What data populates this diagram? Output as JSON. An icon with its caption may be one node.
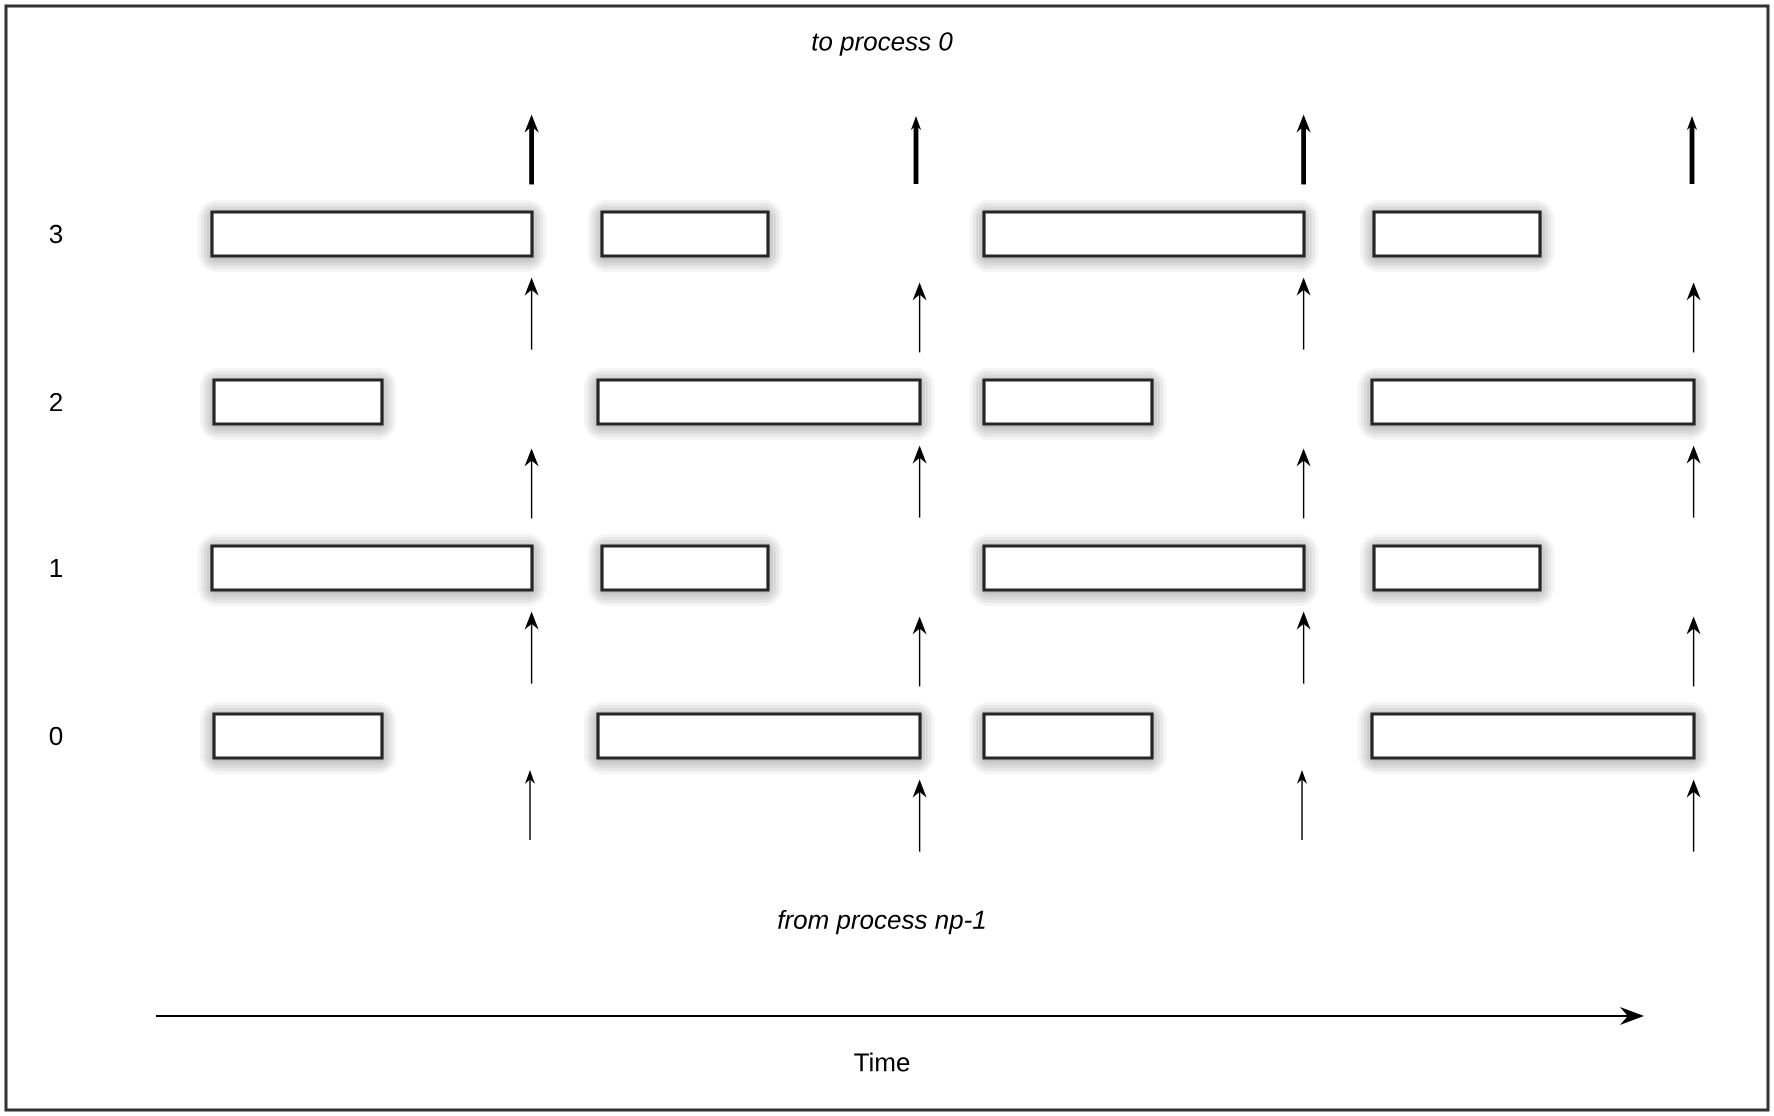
{
  "diagram": {
    "nodes": [
      {
        "text": [],
        "shape": "box"
      },
      {
        "text": [],
        "shape": "box"
      },
      {
        "text": [],
        "shape": "box"
      },
      {
        "text": [],
        "shape": "box"
      },
      {
        "text": [],
        "shape": "box"
      },
      {
        "text": [],
        "shape": "box"
      },
      {
        "text": [],
        "shape": "box"
      },
      {
        "text": [],
        "shape": "box"
      },
      {
        "text": [],
        "shape": "box"
      },
      {
        "text": [],
        "shape": "box"
      },
      {
        "text": [],
        "shape": "box"
      },
      {
        "text": [],
        "shape": "box"
      },
      {
        "text": [],
        "shape": "box"
      },
      {
        "text": [],
        "shape": "box"
      },
      {
        "text": [],
        "shape": "box"
      },
      {
        "text": [],
        "shape": "box"
      }
    ],
    "edges": [
      {
        "from": 0,
        "to": null,
        "arrow": "to",
        "style": "thick"
      },
      {
        "from": 2,
        "to": null,
        "arrow": "to",
        "style": "thick"
      },
      {
        "from": null,
        "to": 0,
        "arrow": "to"
      },
      {
        "from": 5,
        "to": null,
        "arrow": "to"
      },
      {
        "from": null,
        "to": 2,
        "arrow": "to"
      },
      {
        "from": 7,
        "to": null,
        "arrow": "to"
      },
      {
        "from": 8,
        "to": null,
        "arrow": "to"
      },
      {
        "from": null,
        "to": 5,
        "arrow": "to"
      },
      {
        "from": 10,
        "to": null,
        "arrow": "to"
      },
      {
        "from": null,
        "to": 7,
        "arrow": "to"
      },
      {
        "from": null,
        "to": 8,
        "arrow": "to"
      },
      {
        "from": 13,
        "to": null,
        "arrow": "to"
      },
      {
        "from": null,
        "to": 10,
        "arrow": "to"
      },
      {
        "from": 15,
        "to": null,
        "arrow": "to"
      },
      {
        "from": null,
        "to": 13,
        "arrow": "to"
      },
      {
        "from": null,
        "to": 15,
        "arrow": "to"
      }
    ],
    "labels": [
      "to process 0",
      "3",
      "2",
      "1",
      "0",
      "from process np-1",
      "Time"
    ]
  }
}
